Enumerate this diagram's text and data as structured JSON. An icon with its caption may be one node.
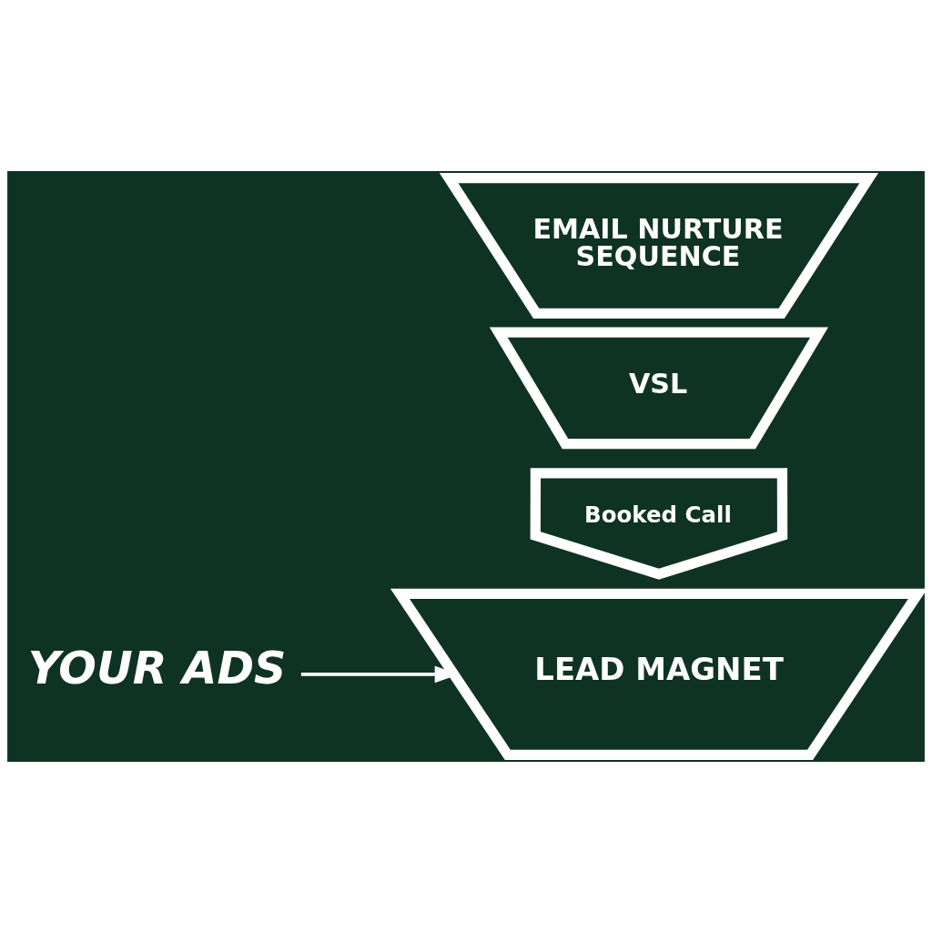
{
  "diagram": {
    "nodes": [
      {
        "text": [
          "YOUR ADS"
        ]
      },
      {
        "text": [
          "LEAD MAGNET"
        ]
      },
      {
        "text": [
          "EMAIL NURTURE SEQUENCE"
        ]
      },
      {
        "text": [
          "VSL"
        ]
      },
      {
        "text": [
          "Booked Call"
        ]
      }
    ],
    "edges": [
      {
        "from": 0,
        "to": 1,
        "arrow": "to"
      }
    ]
  }
}
